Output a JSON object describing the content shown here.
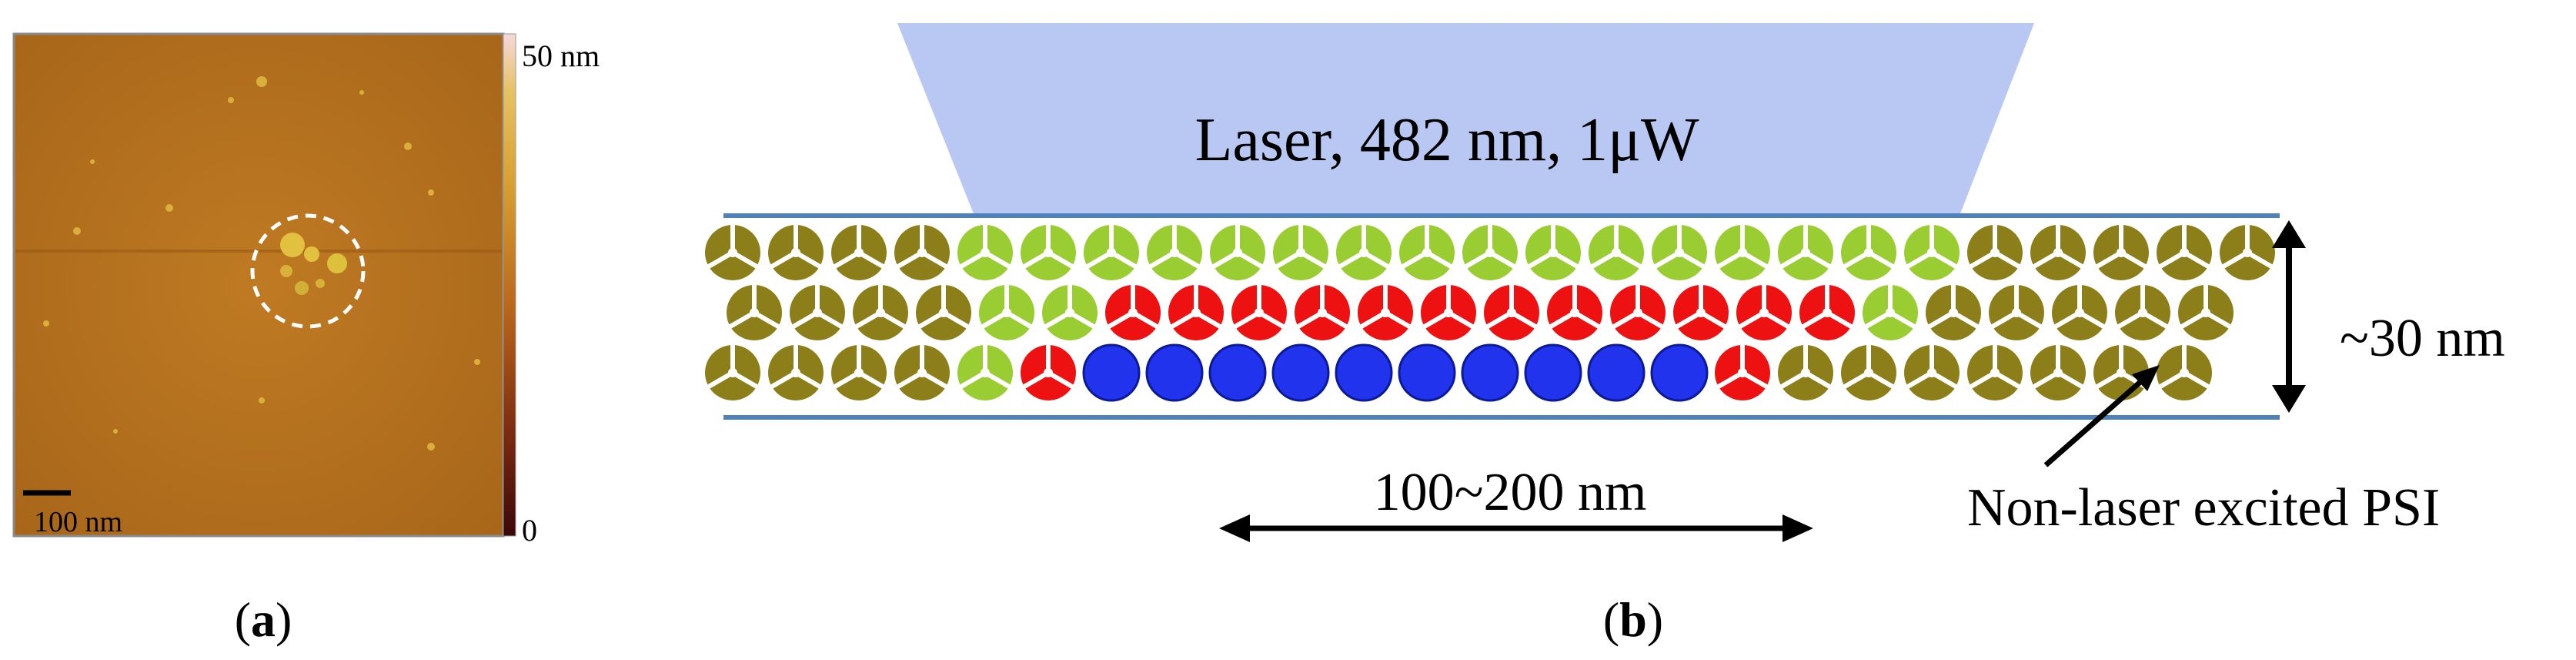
{
  "panel_a": {
    "scale_max": "50 nm",
    "scale_min": "0",
    "scale_bar": "100 nm",
    "caption_open": "(",
    "caption_letter": "a",
    "caption_close": ")"
  },
  "panel_b": {
    "laser_label": "Laser, 482 nm, 1μW",
    "thickness_label": "~30 nm",
    "width_label": "100~200 nm",
    "psi_label": "Non-laser excited PSI",
    "caption_open": "(",
    "caption_letter": "b",
    "caption_close": ")"
  },
  "colors": {
    "afm_background": "#b8721e",
    "laser_beam": "#b8c8f2",
    "layer_line": "#4f81bd",
    "psi_unexcited": "#8c7f1a",
    "psi_light": "#9acd32",
    "psi_red": "#ee1111",
    "psi_blue_circle": "#2233ee"
  },
  "layers": [
    {
      "row": 1,
      "pattern": "ooooggggggggggggggggooooo"
    },
    {
      "row": 2,
      "pattern": "ooooggrrrrrrrrrrrrgooooo"
    },
    {
      "row": 3,
      "pattern": "oooogrbbbbbbbbbbrooooooo"
    }
  ]
}
